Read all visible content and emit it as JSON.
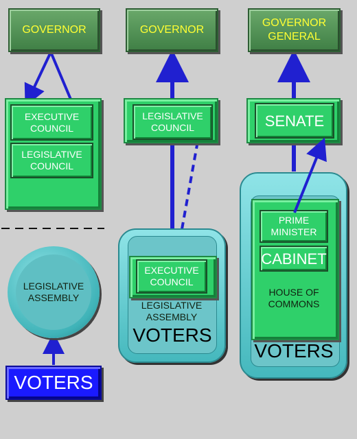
{
  "col1": {
    "top": "GOVERNOR",
    "exec": "EXECUTIVE COUNCIL",
    "leg_council": "LEGISLATIVE COUNCIL",
    "assembly": "LEGISLATIVE ASSEMBLY",
    "voters": "VOTERS"
  },
  "col2": {
    "top": "GOVERNOR",
    "leg_council": "LEGISLATIVE COUNCIL",
    "exec": "EXECUTIVE COUNCIL",
    "assembly": "LEGISLATIVE ASSEMBLY",
    "voters": "VOTERS"
  },
  "col3": {
    "top": "GOVERNOR GENERAL",
    "senate": "SENATE",
    "pm": "PRIME MINISTER",
    "cabinet": "CABINET",
    "commons": "HOUSE OF COMMONS",
    "voters": "VOTERS"
  },
  "colors": {
    "arrow": "#2020d0",
    "label_yellow": "#ffff33",
    "voters_blue": "#1a1aff"
  }
}
